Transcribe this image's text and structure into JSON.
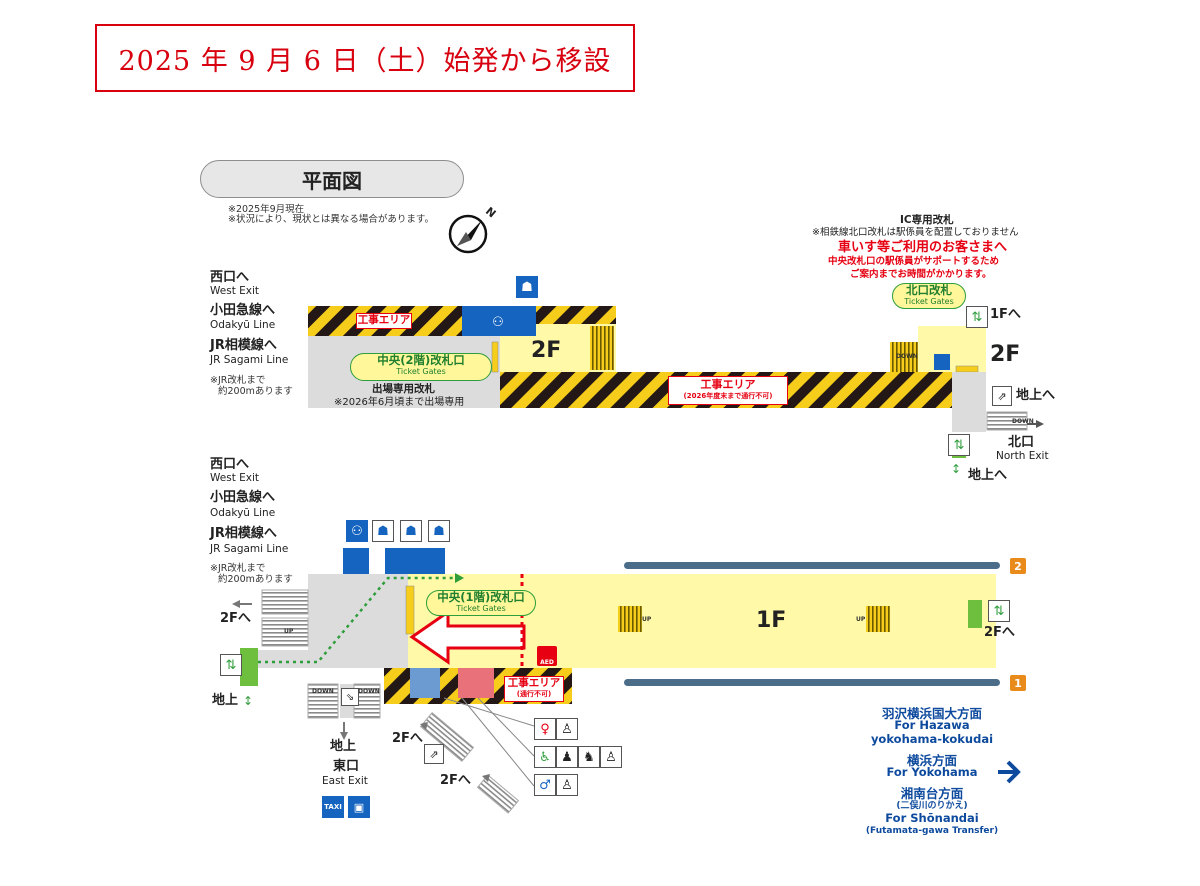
{
  "notice": "2025 年 9 月 6 日（土）始発から移設",
  "heading": "平面図",
  "notes": [
    "※2025年9月現在",
    "※状況により、現状とは異なる場合があります。"
  ],
  "compass_letter": "N",
  "upper_left": {
    "west_jp": "西口へ",
    "west_en": "West Exit",
    "odakyu_jp": "小田急線へ",
    "odakyu_en": "Odakyū Line",
    "jr_jp": "JR相模線へ",
    "jr_en": "JR Sagami Line",
    "jr_note1": "※JR改札まで",
    "jr_note2": "約200mあります"
  },
  "lower_left": {
    "west_jp": "西口へ",
    "west_en": "West Exit",
    "odakyu_jp": "小田急線へ",
    "odakyu_en": "Odakyū Line",
    "jr_jp": "JR相模線へ",
    "jr_en": "JR Sagami Line",
    "jr_note1": "※JR改札まで",
    "jr_note2": "約200mあります"
  },
  "floor2": {
    "floor_label": "2F",
    "work_area": "工事エリア",
    "gate_jp": "中央(2階)改札口",
    "gate_en": "Ticket Gates",
    "exit_only": "出場専用改札",
    "exit_only_note": "※2026年6月頃まで出場専用",
    "work_area2": "工事エリア",
    "work_area2_note": "(2026年度末まで通行不可)"
  },
  "north": {
    "ic_title": "IC専用改札",
    "ic_note": "※相鉄線北口改札は駅係員を配置しておりません",
    "wheelchair_title": "車いす等ご利用のお客さまへ",
    "wheelchair_l1": "中央改札口の駅係員がサポートするため",
    "wheelchair_l2": "ご案内までお時間がかかります。",
    "gate_jp": "北口改札",
    "gate_en": "Ticket Gates",
    "floor_label": "2F",
    "to_1f": "1Fへ",
    "to_ground": "地上へ",
    "exit_jp": "北口",
    "exit_en": "North Exit",
    "to_ground2": "地上へ",
    "down": "DOWN"
  },
  "floor1": {
    "floor_label": "1F",
    "gate_jp": "中央(1階)改札口",
    "gate_en": "Ticket Gates",
    "to_2f_left": "2Fへ",
    "ground_left": "地上",
    "ground_east": "地上",
    "east_jp": "東口",
    "east_en": "East Exit",
    "to_2f_a": "2Fへ",
    "to_2f_b": "2Fへ",
    "to_2f_right": "2Fへ",
    "work_area": "工事エリア",
    "work_note": "(通行不可)",
    "aed": "AED",
    "up": "UP",
    "down": "DOWN"
  },
  "platforms": [
    "2",
    "1"
  ],
  "destinations": [
    {
      "jp": "羽沢横浜国大方面",
      "en": "For Hazawa yokohama-kokudai"
    },
    {
      "jp": "横浜方面",
      "en": "For Yokohama"
    },
    {
      "jp": "湘南台方面",
      "sub": "(二俣川のりかえ)",
      "en": "For Shōnandai",
      "en_sub": "(Futamata-gawa Transfer)"
    }
  ],
  "colors": {
    "hazard": "#f6cd1a",
    "concourse": "#fff9a8",
    "work_red": "#e60012",
    "sign_blue": "#1565c0",
    "platform_orange": "#e98b1b",
    "path_green": "#2e9d3b"
  },
  "icons": [
    "staff-office-icon",
    "elevator-icon",
    "escalator-icon",
    "stairs-icon",
    "toilet-icon",
    "accessible-toilet-icon",
    "baby-room-icon",
    "taxi-icon",
    "bus-icon",
    "aed-icon",
    "compass-icon",
    "arrow-right-icon"
  ]
}
